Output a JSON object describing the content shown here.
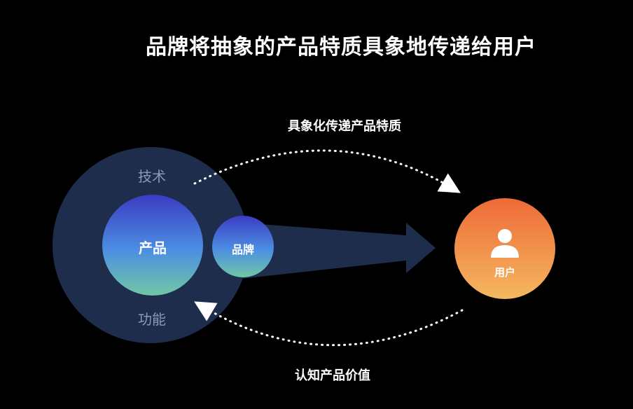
{
  "title": "品牌将抽象的产品特质具象地传递给用户",
  "arrow_top_label": "具象化传递产品特质",
  "arrow_bottom_label": "认知产品价值",
  "outer_circle": {
    "top_label": "技术",
    "bottom_label": "功能"
  },
  "product_label": "产品",
  "brand_label": "品牌",
  "user_label": "用户",
  "icons": {
    "user": "user-silhouette-icon"
  },
  "colors": {
    "background": "#000000",
    "outer_circle": "#1f2d4c",
    "product_top": "#3a3fc6",
    "product_bottom": "#6dbfa6",
    "user_top": "#f0733a",
    "user_bottom": "#f4b45a",
    "arrow": "#1f2d4c"
  }
}
